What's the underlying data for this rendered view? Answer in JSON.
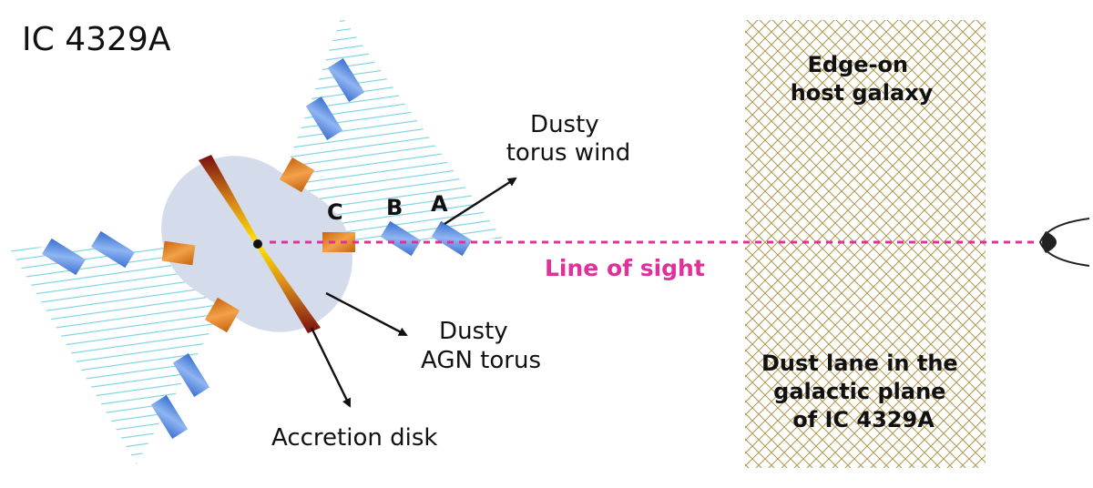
{
  "title": "IC 4329A",
  "labels": {
    "torus_wind": [
      "Dusty",
      "torus wind"
    ],
    "agn_torus": [
      "Dusty",
      "AGN torus"
    ],
    "accretion_disk": "Accretion disk",
    "line_of_sight": "Line of sight",
    "host_galaxy": [
      "Edge-on",
      "host galaxy"
    ],
    "dust_lane": [
      "Dust lane in the",
      "galactic plane",
      "of IC 4329A"
    ]
  },
  "clouds": {
    "c": "C",
    "b": "B",
    "a": "A"
  },
  "colors": {
    "line_of_sight": "#e0309a",
    "wind_hatch": "#7dd3e0",
    "torus_dark": "#b0c0da",
    "torus_light": "#d4dcec",
    "cloud_blue": "#4f83d8",
    "cloud_orange": "#d97b1c",
    "galaxy_hatch": "#b19a55"
  }
}
